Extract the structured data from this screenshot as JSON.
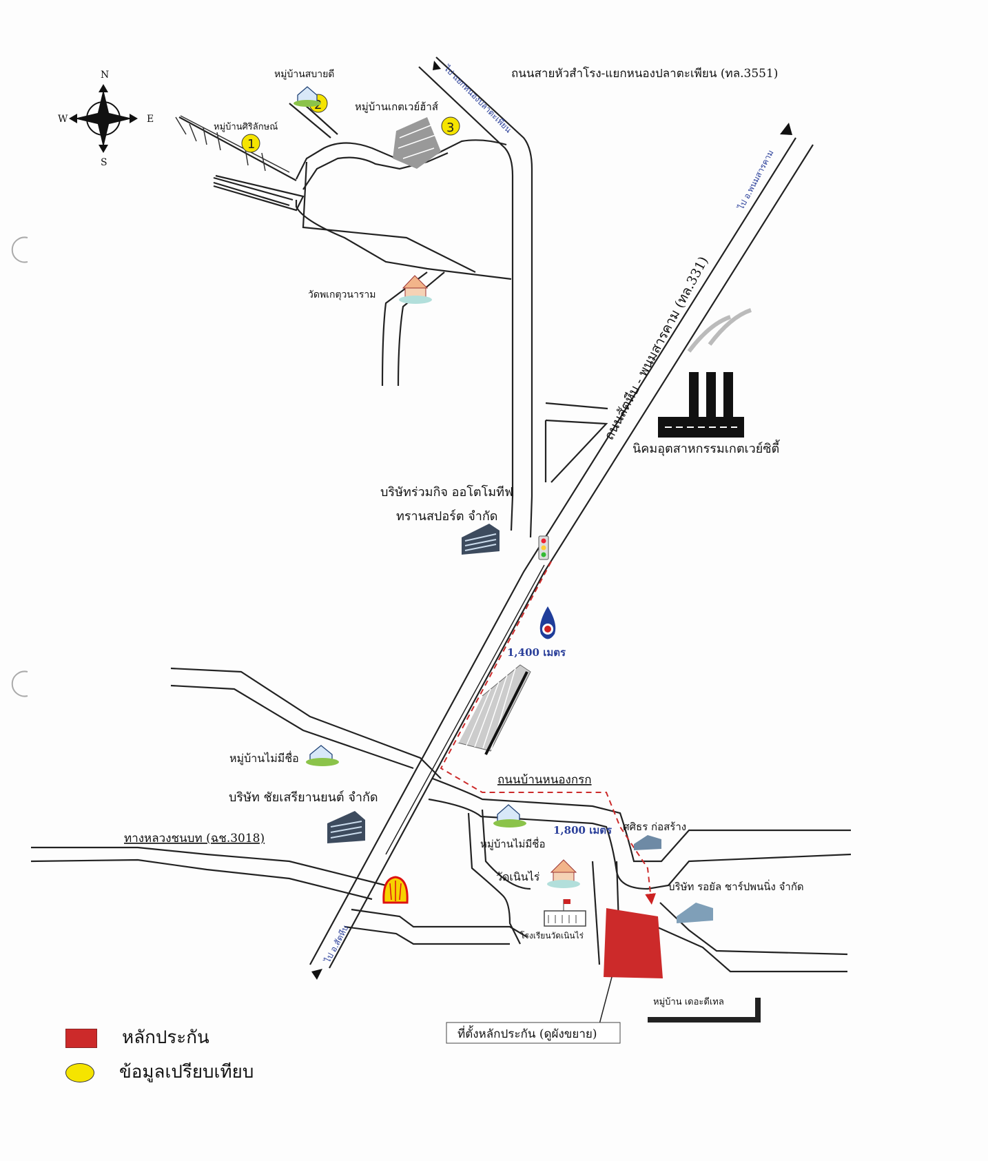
{
  "compass": {
    "n": "N",
    "s": "S",
    "e": "E",
    "w": "W"
  },
  "roads": {
    "hwy3551": "ถนนสายหัวสำโรง-แยกหนองปลาตะเพียน (ทล.3551)",
    "hwy331": "ถนนสัตหีบ - พนมสารคาม (ทล.331)",
    "ban_nong_krok": "ถนนบ้านหนองกรก",
    "rural3018": "ทางหลวงชนบท (ฉช.3018)",
    "to_nong_pla": "ไป แยกหนองปลาตะเพียน",
    "to_phanom": "ไป อ.พนมสารคาม",
    "to_sattahip": "ไป อ.สัตหีบ"
  },
  "places": {
    "v1": "หมู่บ้านศิริลักษณ์",
    "v2": "หมู่บ้านสบายดี",
    "v3": "หมู่บ้านเกตเวย์ฮ้าส์",
    "wat_nakhon": "วัดพเกตุวนาราม",
    "estate": "นิคมอุตสาหกรรมเกตเวย์ซิตี้",
    "autotrans_1": "บริษัทร่วมกิจ ออโตโมทีฟ",
    "autotrans_2": "ทรานสปอร์ต จำกัด",
    "village_unnamed_1": "หมู่บ้านไม่มีชื่อ",
    "chaiseri": "บริษัท ชัยเสรียานยนต์ จำกัด",
    "village_unnamed_2": "หมู่บ้านไม่มีชื่อ",
    "sila": "ศศิธร ก่อสร้าง",
    "wat_noen": "วัดเนินไร่",
    "royal": "บริษัท รอยัล ชาร์ปพนนิ่ง จำกัด",
    "school": "โรงเรียนวัดเนินไร่",
    "thedetail": "หมู่บ้าน เดอะดีเทล",
    "collateral_loc": "ที่ตั้งหลักประกัน (ดูผังขยาย)"
  },
  "distances": {
    "d1": "1,400 เมตร",
    "d2": "1,800 เมตร"
  },
  "markers": {
    "m1": "1",
    "m2": "2",
    "m3": "3"
  },
  "legend": {
    "collateral": "หลักประกัน",
    "comparable": "ข้อมูลเปรียบเทียบ",
    "collateral_color": "#cc2a2a",
    "comparable_color": "#f5e400"
  }
}
